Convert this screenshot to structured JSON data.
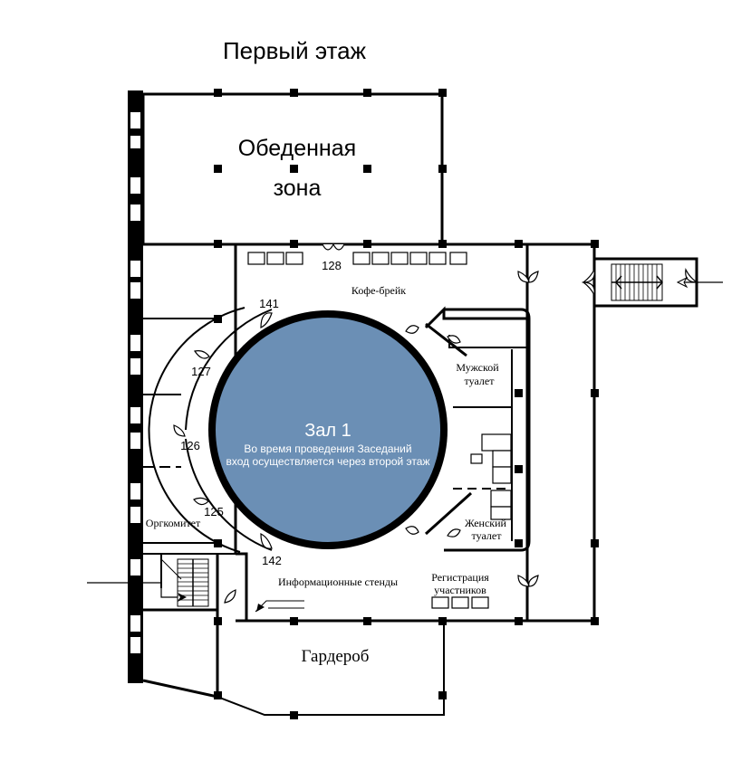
{
  "floor_title": "Первый этаж",
  "rooms": {
    "dining_line1": "Обеденная",
    "dining_line2": "зона",
    "coffee_break": "Кофе-брейк",
    "mens_wc_line1": "Мужской",
    "mens_wc_line2": "туалет",
    "womens_wc_line1": "Женский",
    "womens_wc_line2": "туалет",
    "org_committee": "Оргкомитет",
    "info_stands": "Информационные стенды",
    "registration_line1": "Регистрация",
    "registration_line2": "участников",
    "cloakroom": "Гардероб"
  },
  "hall": {
    "title": "Зал 1",
    "note_line1": "Во время проведения Заседаний",
    "note_line2": "вход осуществляется через второй этаж",
    "color": "#6b8fb5"
  },
  "doors": {
    "d128": "128",
    "d141": "141",
    "d127": "127",
    "d126": "126",
    "d125": "125",
    "d142": "142"
  }
}
